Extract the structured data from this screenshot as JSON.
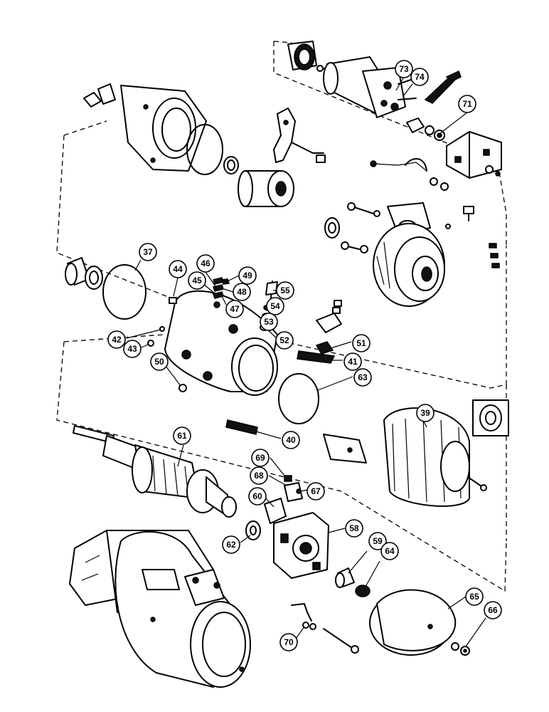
{
  "callouts": [
    {
      "id": "73",
      "label": "73"
    },
    {
      "id": "74",
      "label": "74"
    },
    {
      "id": "71",
      "label": "71"
    },
    {
      "id": "37",
      "label": "37"
    },
    {
      "id": "44",
      "label": "44"
    },
    {
      "id": "46",
      "label": "46"
    },
    {
      "id": "45",
      "label": "45"
    },
    {
      "id": "49",
      "label": "49"
    },
    {
      "id": "48",
      "label": "48"
    },
    {
      "id": "47",
      "label": "47"
    },
    {
      "id": "55",
      "label": "55"
    },
    {
      "id": "54",
      "label": "54"
    },
    {
      "id": "53",
      "label": "53"
    },
    {
      "id": "52",
      "label": "52"
    },
    {
      "id": "42",
      "label": "42"
    },
    {
      "id": "43",
      "label": "43"
    },
    {
      "id": "51",
      "label": "51"
    },
    {
      "id": "41",
      "label": "41"
    },
    {
      "id": "50",
      "label": "50"
    },
    {
      "id": "63",
      "label": "63"
    },
    {
      "id": "39",
      "label": "39"
    },
    {
      "id": "40",
      "label": "40"
    },
    {
      "id": "61",
      "label": "61"
    },
    {
      "id": "69",
      "label": "69"
    },
    {
      "id": "68",
      "label": "68"
    },
    {
      "id": "67",
      "label": "67"
    },
    {
      "id": "60",
      "label": "60"
    },
    {
      "id": "58",
      "label": "58"
    },
    {
      "id": "62",
      "label": "62"
    },
    {
      "id": "59",
      "label": "59"
    },
    {
      "id": "64",
      "label": "64"
    },
    {
      "id": "65",
      "label": "65"
    },
    {
      "id": "66",
      "label": "66"
    },
    {
      "id": "70",
      "label": "70"
    }
  ]
}
